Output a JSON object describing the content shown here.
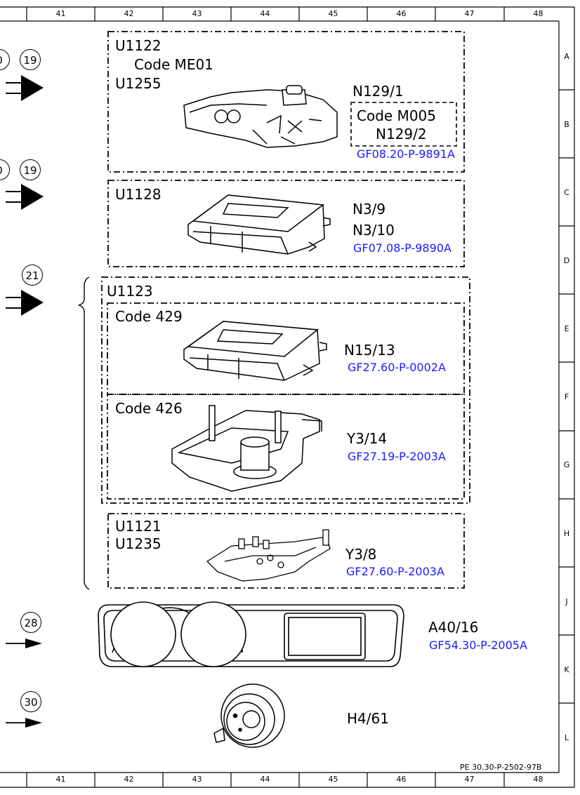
{
  "grid": {
    "columns": [
      "41",
      "42",
      "43",
      "44",
      "45",
      "46",
      "47",
      "48"
    ],
    "rows": [
      "A",
      "B",
      "C",
      "D",
      "E",
      "F",
      "G",
      "H",
      "J",
      "K",
      "L"
    ]
  },
  "markers": {
    "m19a_left": "0",
    "m19a": "19",
    "m19b_left": "0",
    "m19b": "19",
    "m21": "21",
    "m28": "28",
    "m30": "30"
  },
  "group_1": {
    "code_u1122": "U1122",
    "code_me01": "Code ME01",
    "code_u1255": "U1255",
    "part": "N129/1",
    "sub_code": "Code M005",
    "sub_part": "N129/2",
    "ref": "GF08.20-P-9891A"
  },
  "group_2": {
    "code": "U1128",
    "part_1": "N3/9",
    "part_2": "N3/10",
    "ref": "GF07.08-P-9890A"
  },
  "group_3": {
    "code": "U1123",
    "sub_a_code": "Code 429",
    "sub_a_part": "N15/13",
    "sub_a_ref": "GF27.60-P-0002A",
    "sub_b_code": "Code 426",
    "sub_b_part": "Y3/14",
    "sub_b_ref": "GF27.19-P-2003A"
  },
  "group_4": {
    "code_1": "U1121",
    "code_2": "U1235",
    "part": "Y3/8",
    "ref": "GF27.60-P-2003A"
  },
  "cluster": {
    "part": "A40/16",
    "ref": "GF54.30-P-2005A"
  },
  "horn": {
    "part": "H4/61"
  },
  "footer": {
    "doc_id": "PE 30.30-P-2502-97B"
  }
}
